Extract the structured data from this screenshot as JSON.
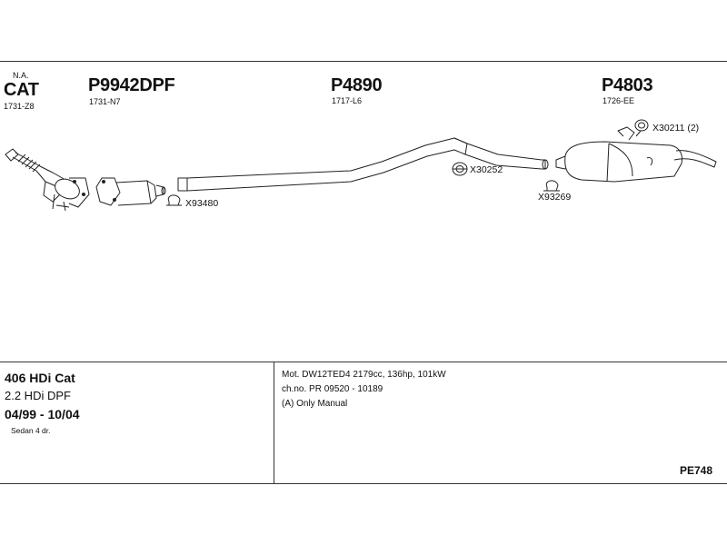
{
  "sections": {
    "cat": {
      "pre": "N.A.",
      "code": "CAT",
      "ref": "1731-Z8"
    },
    "dpf": {
      "code": "P9942DPF",
      "ref": "1731-N7"
    },
    "mid": {
      "code": "P4890",
      "ref": "1717-L6"
    },
    "rear": {
      "code": "P4803",
      "ref": "1726-EE"
    }
  },
  "parts": {
    "x93480": "X93480",
    "x30252": "X30252",
    "x30211": "X30211 (2)",
    "x93269": "X93269"
  },
  "vehicle": {
    "model": "406 HDi Cat",
    "engine": "2.2 HDi DPF",
    "years": "04/99 - 10/04",
    "body": "Sedan 4 dr."
  },
  "specs": {
    "motor": "Mot. DW12TED4 2179cc, 136hp, 101kW",
    "chassis": "ch.no. PR 09520 - 10189",
    "note": "(A) Only Manual"
  },
  "diagram_code": "PE748"
}
